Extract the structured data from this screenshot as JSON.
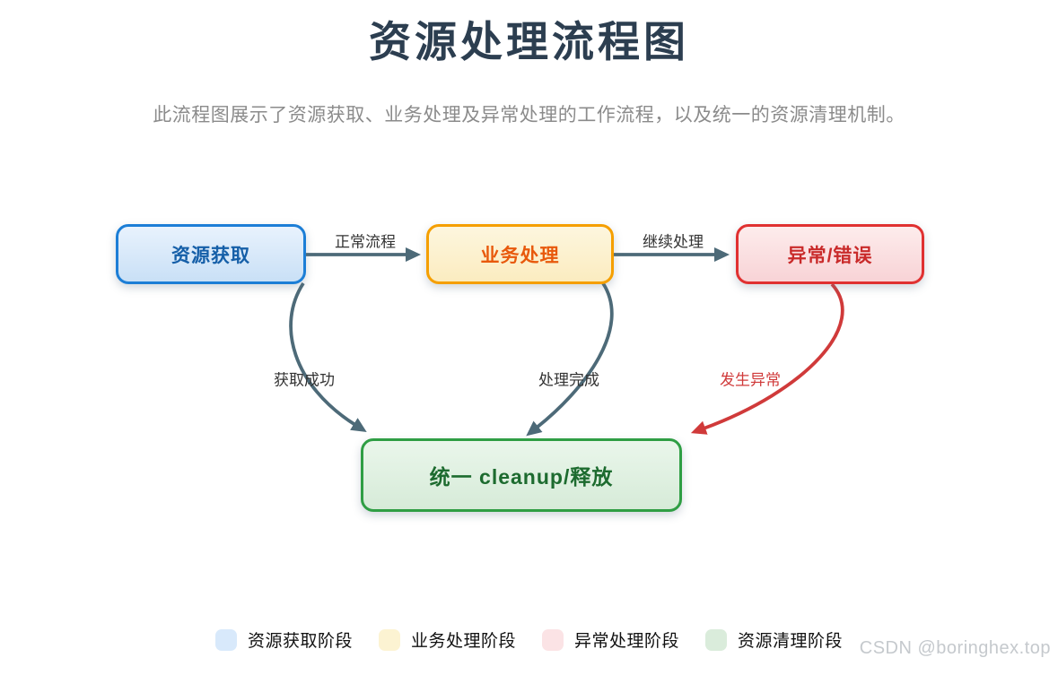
{
  "page": {
    "title": "资源处理流程图",
    "subtitle": "此流程图展示了资源获取、业务处理及异常处理的工作流程，以及统一的资源清理机制。"
  },
  "colors": {
    "title_text": "#2c3e50",
    "subtitle_text": "#8b8b8b",
    "edge_dark": "#4d6a78",
    "edge_red": "#d03a3a",
    "edge_label_dark": "#333333",
    "edge_label_red": "#d03a3a",
    "watermark_text": "#c5c9cd"
  },
  "nodes": {
    "acquire": {
      "label": "资源获取",
      "border": "#1c7ed6",
      "fill_top": "#e8f2fd",
      "fill_bottom": "#c9e0f6",
      "text": "#155fa8"
    },
    "process": {
      "label": "业务处理",
      "border": "#f59f00",
      "fill_top": "#fdf6de",
      "fill_bottom": "#fbecc0",
      "text": "#e8590c"
    },
    "error": {
      "label": "异常/错误",
      "border": "#e03131",
      "fill_top": "#fdecec",
      "fill_bottom": "#f8d3d6",
      "text": "#c92a2a"
    },
    "cleanup": {
      "label": "统一 cleanup/释放",
      "border": "#2f9e44",
      "fill_top": "#eaf6eb",
      "fill_bottom": "#d6ebd8",
      "text": "#1d6b2f"
    }
  },
  "edges": {
    "normal_flow": {
      "from": "资源获取",
      "to": "业务处理",
      "label": "正常流程"
    },
    "continue_process": {
      "from": "业务处理",
      "to": "异常/错误",
      "label": "继续处理"
    },
    "acquire_success": {
      "from": "资源获取",
      "to": "统一 cleanup/释放",
      "label": "获取成功"
    },
    "process_done": {
      "from": "业务处理",
      "to": "统一 cleanup/释放",
      "label": "处理完成"
    },
    "exception": {
      "from": "异常/错误",
      "to": "统一 cleanup/释放",
      "label": "发生异常"
    }
  },
  "legend": {
    "items": [
      {
        "label": "资源获取阶段",
        "color": "#d8e9fb"
      },
      {
        "label": "业务处理阶段",
        "color": "#fcf3d2"
      },
      {
        "label": "异常处理阶段",
        "color": "#fbe3e5"
      },
      {
        "label": "资源清理阶段",
        "color": "#daecdb"
      }
    ]
  },
  "watermark": "CSDN @boringhex.top"
}
